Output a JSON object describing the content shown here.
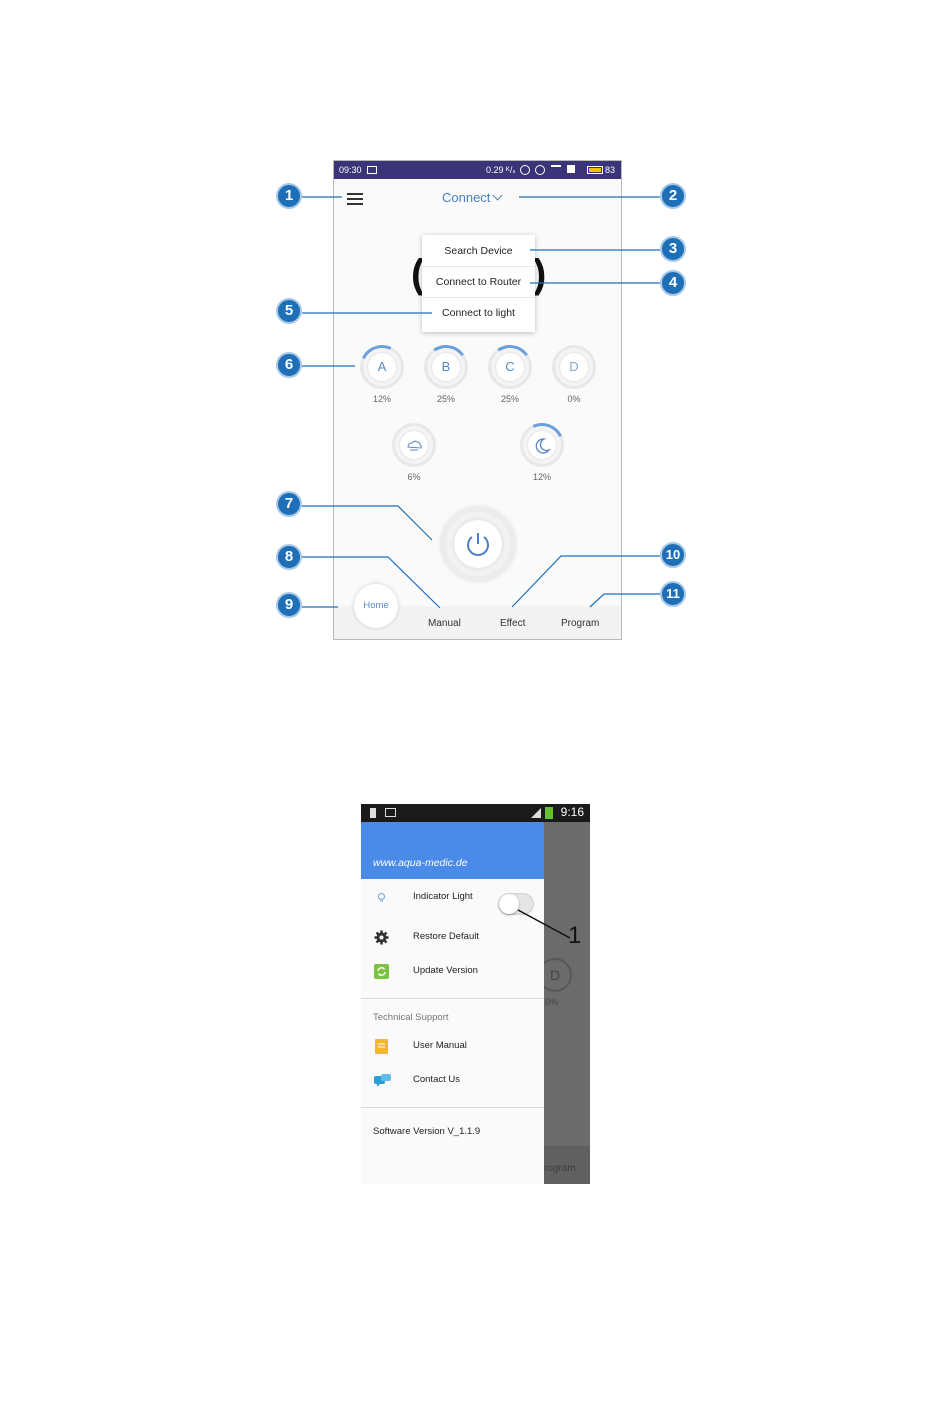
{
  "screen1": {
    "status_bar": {
      "time": "09:30",
      "speed": "0.29 ᴷ/ₛ",
      "battery": "83"
    },
    "header": {
      "title": "Connect"
    },
    "dropdown": {
      "items": [
        "Search Device",
        "Connect to Router",
        "Connect to light"
      ]
    },
    "channels": [
      {
        "label": "A",
        "percent": "12%"
      },
      {
        "label": "B",
        "percent": "25%"
      },
      {
        "label": "C",
        "percent": "25%"
      },
      {
        "label": "D",
        "percent": "0%"
      }
    ],
    "modes": [
      {
        "icon": "cloud-icon",
        "percent": "6%"
      },
      {
        "icon": "moon-icon",
        "percent": "12%"
      }
    ],
    "nav": {
      "home": "Home",
      "manual": "Manual",
      "effect": "Effect",
      "program": "Program"
    },
    "callouts": [
      "1",
      "2",
      "3",
      "4",
      "5",
      "6",
      "7",
      "8",
      "9",
      "10",
      "11"
    ]
  },
  "screen2": {
    "status_bar": {
      "time": "9:16"
    },
    "drawer": {
      "url": "www.aqua-medic.de",
      "indicator_light": "Indicator Light",
      "indicator_light_on": false,
      "restore_default": "Restore Default",
      "update_version": "Update Version",
      "technical_support": "Technical Support",
      "user_manual": "User Manual",
      "contact_us": "Contact Us",
      "software_version": "Software Version V_1.1.9"
    },
    "background": {
      "channel": "D",
      "percent": "0%",
      "tab": "rogram"
    },
    "callout": "1"
  },
  "colors": {
    "accent": "#1e6fb8",
    "link": "#4a7fc1",
    "drawer_header": "#4a8ae8",
    "status_bar": "#3b3478"
  }
}
